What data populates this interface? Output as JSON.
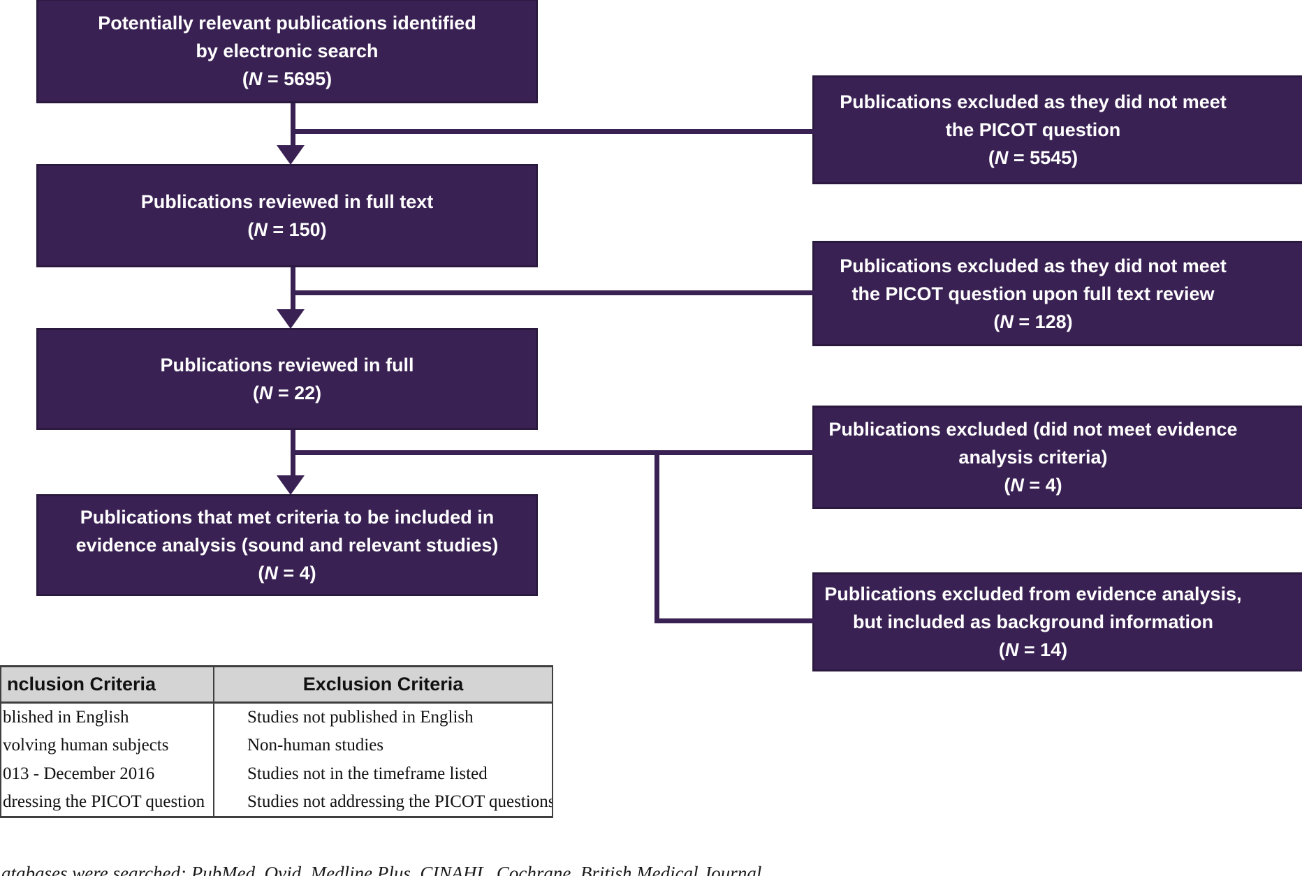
{
  "flowchart": {
    "box_color": "#3a2153",
    "box_border_color": "#2c1940",
    "text_color": "#ffffff",
    "left_boxes": [
      {
        "lines": [
          "Potentially relevant publications identified",
          "by electronic search",
          "(N = 5695)"
        ]
      },
      {
        "lines": [
          "Publications reviewed in full text",
          "(N = 150)"
        ]
      },
      {
        "lines": [
          "Publications reviewed in full",
          "(N = 22)"
        ]
      },
      {
        "lines": [
          "Publications that met criteria to be included in",
          "evidence analysis (sound and relevant studies)",
          "(N = 4)"
        ]
      }
    ],
    "right_boxes": [
      {
        "lines": [
          "Publications excluded as they did not meet",
          "the PICOT question",
          "(N = 5545)"
        ]
      },
      {
        "lines": [
          "Publications excluded as they did not meet",
          "the PICOT question upon full text review",
          "(N = 128)"
        ]
      },
      {
        "lines": [
          "Publications excluded (did not meet evidence",
          "analysis criteria)",
          "(N = 4)"
        ]
      },
      {
        "lines": [
          "Publications excluded from evidence analysis,",
          "but included as background information",
          "(N = 14)"
        ]
      }
    ]
  },
  "criteria_table": {
    "header_bg": "#d4d4d4",
    "headers": [
      "nclusion Criteria",
      "Exclusion Criteria"
    ],
    "rows": [
      [
        "blished in English",
        "Studies not published in English"
      ],
      [
        "volving human subjects",
        "Non-human studies"
      ],
      [
        "013 - December 2016",
        "Studies not in the timeframe listed"
      ],
      [
        "dressing the PICOT question",
        "Studies not addressing the PICOT questions"
      ]
    ]
  },
  "caption": {
    "text": "atabases were searched: PubMed, Ovid, Medline Plus, CINAHL, Cochrane, British Medical Journal"
  }
}
